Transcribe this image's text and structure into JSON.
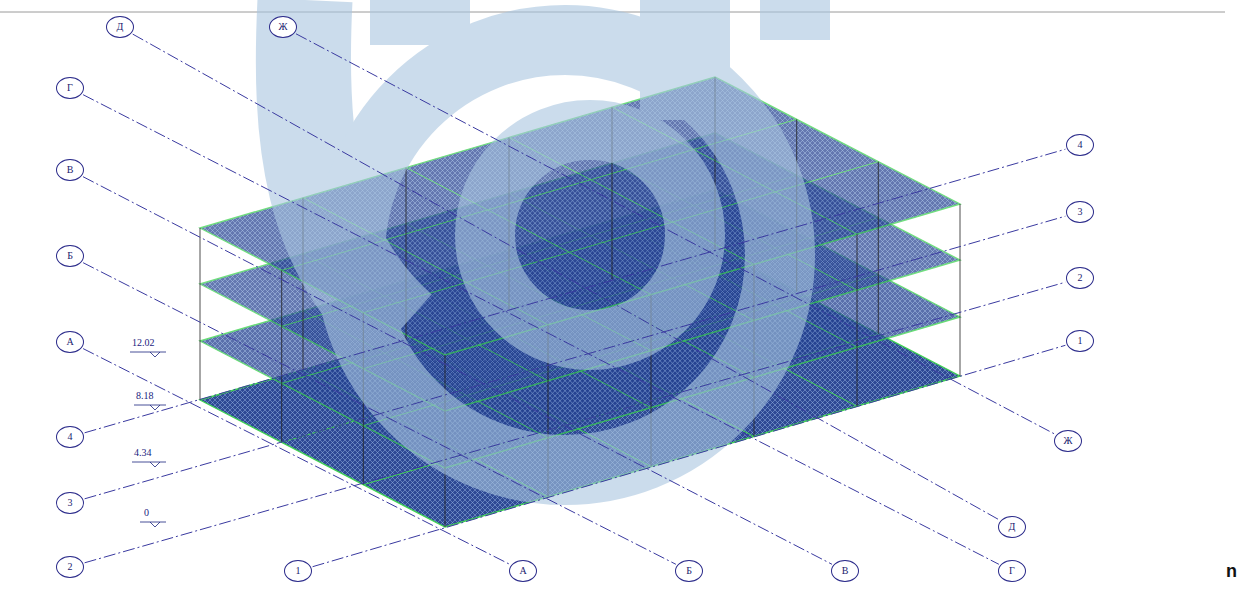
{
  "diagram": {
    "nodes": [
      {
        "text": [
          "Д"
        ]
      },
      {
        "text": [
          "Ж"
        ]
      },
      {
        "text": [
          "Г"
        ]
      },
      {
        "text": [
          "4"
        ]
      },
      {
        "text": [
          "В"
        ]
      },
      {
        "text": [
          "3"
        ]
      },
      {
        "text": [
          "Б"
        ]
      },
      {
        "text": [
          "2"
        ]
      },
      {
        "text": [
          "А"
        ]
      },
      {
        "text": [
          "1"
        ]
      },
      {
        "text": [
          "4"
        ]
      },
      {
        "text": [
          "Ж"
        ]
      },
      {
        "text": [
          "3"
        ]
      },
      {
        "text": [
          "Д"
        ]
      },
      {
        "text": [
          "2"
        ]
      },
      {
        "text": [
          "1"
        ]
      },
      {
        "text": [
          "А"
        ]
      },
      {
        "text": [
          "Б"
        ]
      },
      {
        "text": [
          "В"
        ]
      },
      {
        "text": [
          "Г"
        ]
      }
    ],
    "edges": [
      {
        "from": 0,
        "to": 13,
        "arrow": "none"
      },
      {
        "from": 1,
        "to": 11,
        "arrow": "none"
      },
      {
        "from": 2,
        "to": 19,
        "arrow": "none"
      },
      {
        "from": 10,
        "to": 3,
        "arrow": "none"
      },
      {
        "from": 4,
        "to": 18,
        "arrow": "none"
      },
      {
        "from": 12,
        "to": 5,
        "arrow": "none"
      },
      {
        "from": 6,
        "to": 17,
        "arrow": "none"
      },
      {
        "from": 14,
        "to": 7,
        "arrow": "none"
      },
      {
        "from": 8,
        "to": 16,
        "arrow": "none"
      },
      {
        "from": 15,
        "to": 9,
        "arrow": "none"
      }
    ],
    "labels": [
      "12.02",
      "8.18",
      "4.34",
      "0",
      "n"
    ]
  }
}
